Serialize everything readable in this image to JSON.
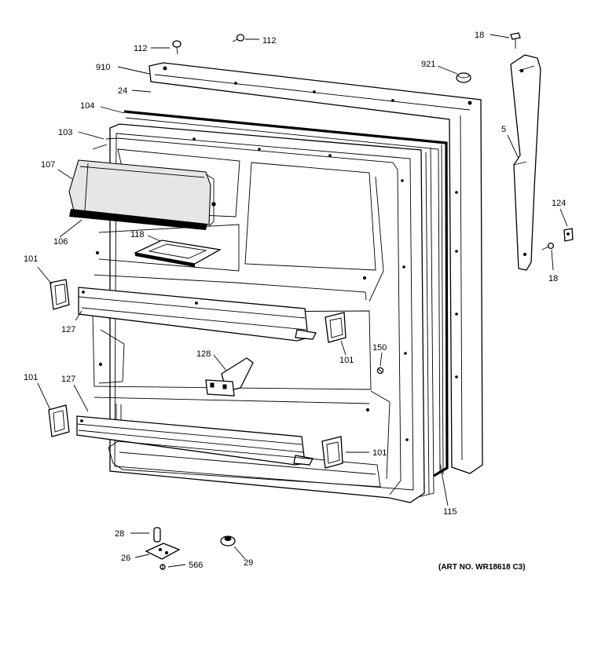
{
  "art_number": "(ART NO. WR18618 C3)",
  "callouts": {
    "c112a": "112",
    "c112b": "112",
    "c910": "910",
    "c24": "24",
    "c104": "104",
    "c103": "103",
    "c107": "107",
    "c106": "106",
    "c118": "118",
    "c101a": "101",
    "c127a": "127",
    "c128": "128",
    "c101b": "101",
    "c150": "150",
    "c101c": "101",
    "c127b": "127",
    "c101d": "101",
    "c115": "115",
    "c921": "921",
    "c18a": "18",
    "c5": "5",
    "c124": "124",
    "c18b": "18",
    "c28": "28",
    "c26": "26",
    "c566": "566",
    "c29": "29"
  }
}
